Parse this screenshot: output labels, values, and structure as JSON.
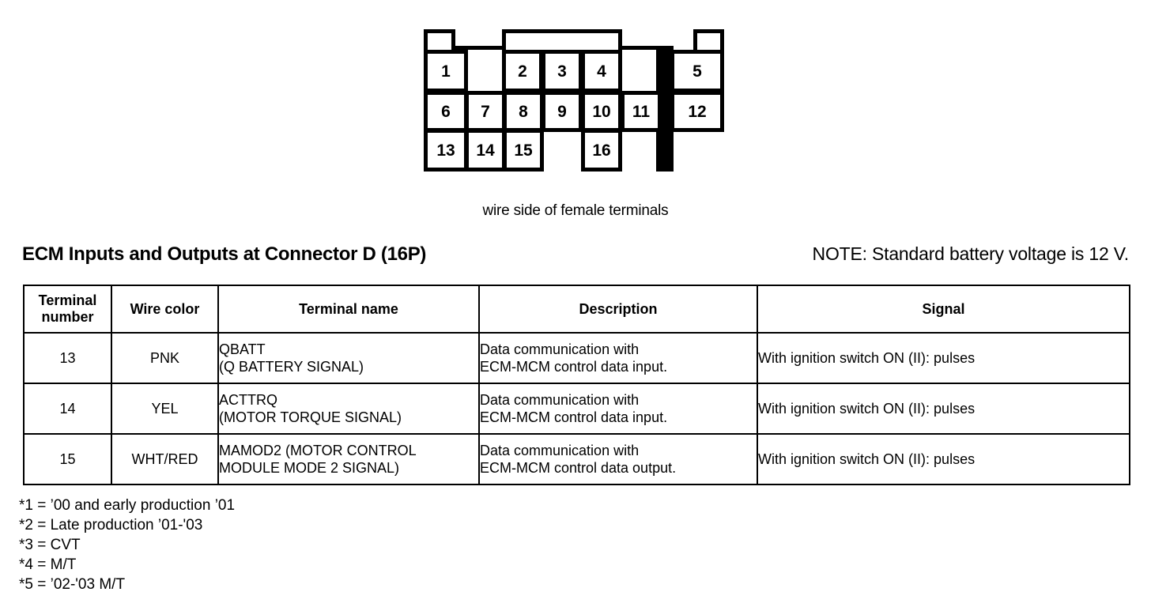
{
  "diagram": {
    "caption": "wire side of female terminals",
    "pins": [
      {
        "label": "1",
        "col": 0,
        "row": 0
      },
      {
        "label": "2",
        "col": 2,
        "row": 0
      },
      {
        "label": "3",
        "col": 3,
        "row": 0
      },
      {
        "label": "4",
        "col": 4,
        "row": 0
      },
      {
        "label": "5",
        "col": 6,
        "row": 0
      },
      {
        "label": "6",
        "col": 0,
        "row": 1
      },
      {
        "label": "7",
        "col": 1,
        "row": 1
      },
      {
        "label": "8",
        "col": 2,
        "row": 1
      },
      {
        "label": "9",
        "col": 3,
        "row": 1
      },
      {
        "label": "10",
        "col": 4,
        "row": 1
      },
      {
        "label": "11",
        "col": 5,
        "row": 1
      },
      {
        "label": "12",
        "col": 6,
        "row": 1
      },
      {
        "label": "13",
        "col": 0,
        "row": 2
      },
      {
        "label": "14",
        "col": 1,
        "row": 2
      },
      {
        "label": "15",
        "col": 2,
        "row": 2
      },
      {
        "label": "16",
        "col": 4,
        "row": 2
      }
    ]
  },
  "section": {
    "title": "ECM Inputs and Outputs at Connector D (16P)",
    "note": "NOTE: Standard battery voltage is 12 V."
  },
  "table": {
    "headers": [
      "Terminal\nnumber",
      "Wire color",
      "Terminal name",
      "Description",
      "Signal"
    ],
    "header_lines": [
      [
        "Terminal",
        "number"
      ],
      [
        "Wire color"
      ],
      [
        "Terminal name"
      ],
      [
        "Description"
      ],
      [
        "Signal"
      ]
    ],
    "rows": [
      {
        "terminal_number": "13",
        "wire_color": "PNK",
        "terminal_name": [
          "QBATT",
          "(Q BATTERY SIGNAL)"
        ],
        "description": [
          "Data communication with",
          "ECM-MCM control data input."
        ],
        "signal": [
          "With ignition switch ON (II): pulses"
        ]
      },
      {
        "terminal_number": "14",
        "wire_color": "YEL",
        "terminal_name": [
          "ACTTRQ",
          "(MOTOR TORQUE SIGNAL)"
        ],
        "description": [
          "Data communication with",
          "ECM-MCM control data input."
        ],
        "signal": [
          "With ignition switch ON (II): pulses"
        ]
      },
      {
        "terminal_number": "15",
        "wire_color": "WHT/RED",
        "terminal_name": [
          "MAMOD2 (MOTOR CONTROL",
          "MODULE MODE 2 SIGNAL)"
        ],
        "description": [
          "Data communication with",
          "ECM-MCM control data output."
        ],
        "signal": [
          "With ignition switch ON (II): pulses"
        ]
      }
    ]
  },
  "footnotes": [
    "*1 = ’00 and early production ’01",
    "*2 = Late production ’01-'03",
    "*3 = CVT",
    "*4 = M/T",
    "*5 = ’02-'03 M/T"
  ]
}
